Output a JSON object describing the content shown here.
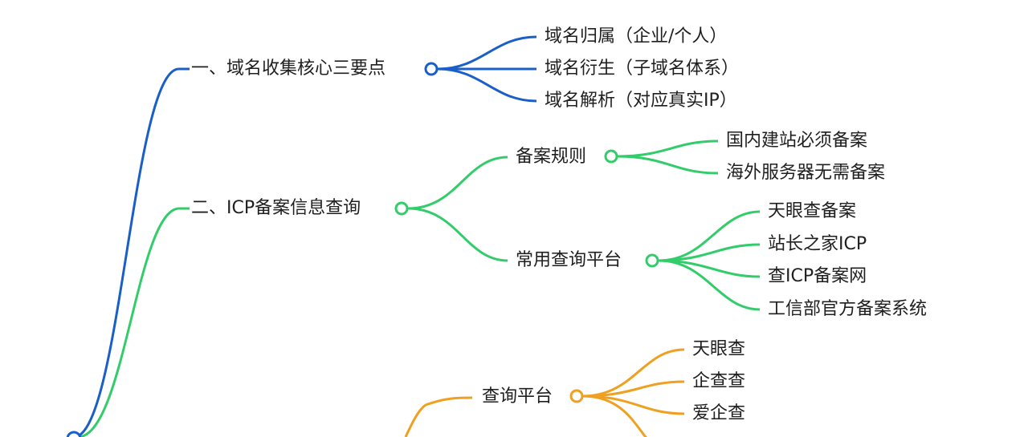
{
  "colors": {
    "blue": "#1a5fc8",
    "green": "#33cc6a",
    "orange": "#f0a020",
    "text": "#1f1f1f"
  },
  "branch1": {
    "label": "一、域名收集核心三要点",
    "children": [
      "域名归属（企业/个人）",
      "域名衍生（子域名体系）",
      "域名解析（对应真实IP）"
    ]
  },
  "branch2": {
    "label": "二、ICP备案信息查询",
    "sub1": {
      "label": "备案规则",
      "children": [
        "国内建站必须备案",
        "海外服务器无需备案"
      ]
    },
    "sub2": {
      "label": "常用查询平台",
      "children": [
        "天眼查备案",
        "站长之家ICP",
        "查ICP备案网",
        "工信部官方备案系统"
      ]
    }
  },
  "branch3": {
    "sub1": {
      "label": "查询平台",
      "children": [
        "天眼查",
        "企查查",
        "爱企查"
      ]
    }
  }
}
